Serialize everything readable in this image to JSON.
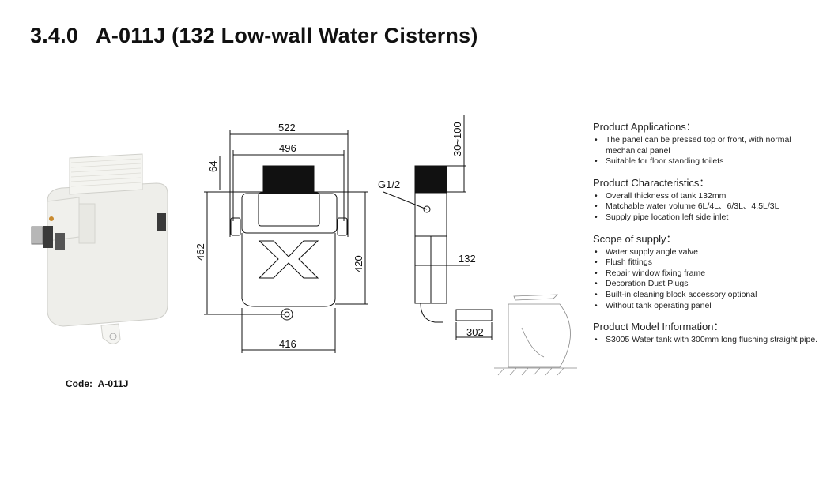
{
  "header": {
    "section_number": "3.4.0",
    "title": "A-011J (132 Low-wall Water Cisterns)"
  },
  "product_image": {
    "caption_label": "Code:",
    "caption_value": "A-011J",
    "icon": "cistern-3d-render"
  },
  "front_view": {
    "dimensions": {
      "overall_width": "522",
      "frame_width": "496",
      "top_offset": "64",
      "total_height": "462",
      "tank_height": "420",
      "bottom_width": "416"
    }
  },
  "side_view": {
    "dimensions": {
      "adjust_range": "30~100",
      "inlet_thread": "G1/2",
      "thickness": "132",
      "pipe_length": "302"
    }
  },
  "info": {
    "sections": [
      {
        "heading": "Product Applications：",
        "items": [
          "The panel can be pressed top or front, with normal mechanical panel",
          "Suitable for floor standing toilets"
        ]
      },
      {
        "heading": "Product Characteristics：",
        "items": [
          "Overall thickness of tank 132mm",
          "Matchable water volume 6L/4L、6/3L、4.5L/3L",
          "Supply pipe location left side inlet"
        ]
      },
      {
        "heading": "Scope of supply：",
        "items": [
          "Water supply angle valve",
          "Flush fittings",
          "Repair window fixing frame",
          "Decoration Dust Plugs",
          "Built-in cleaning block accessory optional",
          "Without tank operating panel"
        ]
      },
      {
        "heading": "Product Model Information：",
        "items": [
          "S3005 Water tank with 300mm long flushing straight pipe."
        ]
      }
    ]
  }
}
